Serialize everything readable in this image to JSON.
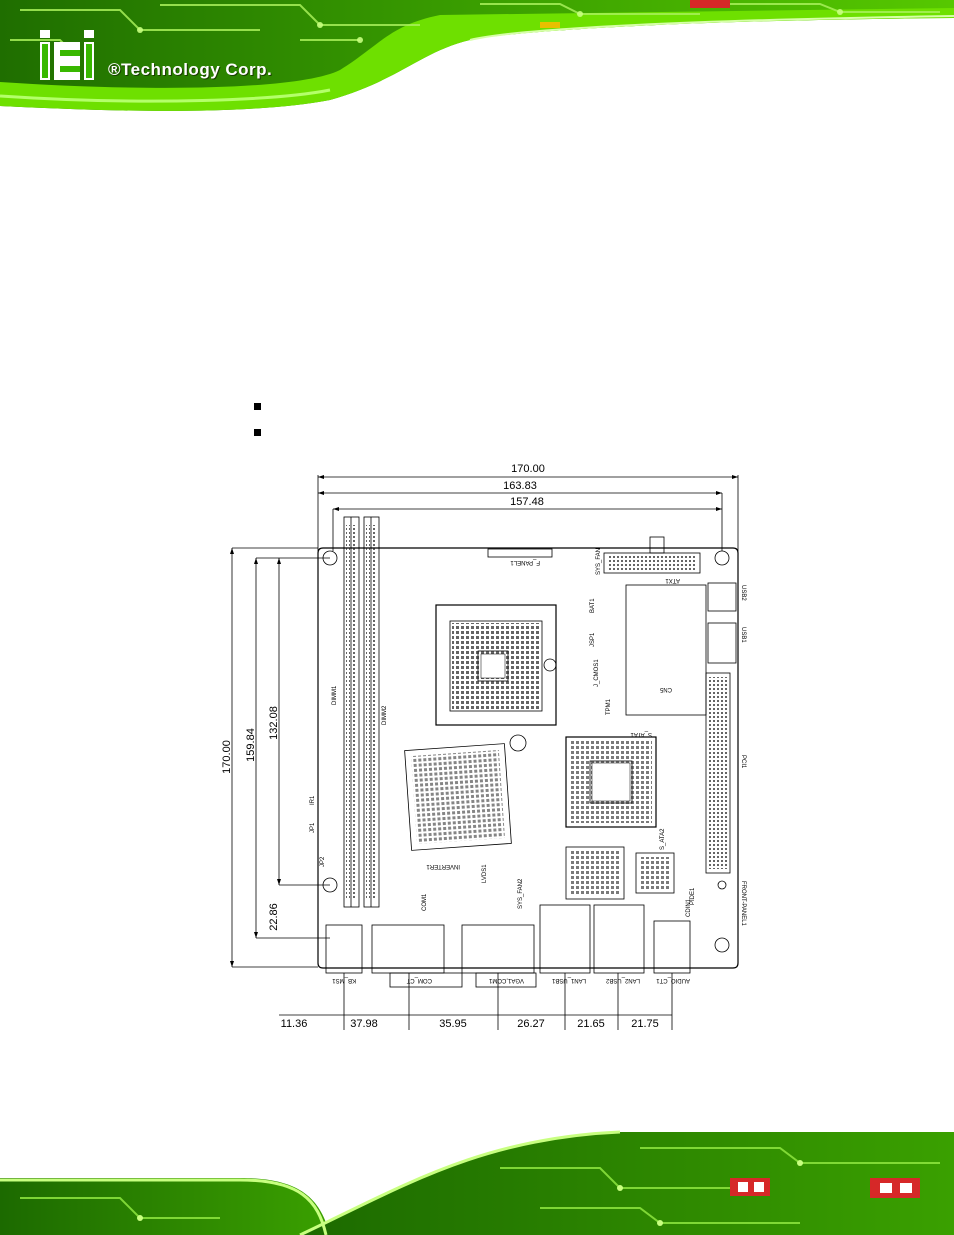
{
  "header": {
    "brand_text": "®Technology Corp.",
    "logo_icon": "iei-logo-icon",
    "colors": {
      "pcb_green": "#2f8a00",
      "accent_green": "#6ee000",
      "logo_green": "#39b800"
    }
  },
  "bullets": {
    "count": 2,
    "icon": "square-bullet-icon"
  },
  "drawing": {
    "top_dims": [
      "170.00",
      "163.83",
      "157.48"
    ],
    "left_dims": [
      "170.00",
      "159.84",
      "132.08",
      "22.86"
    ],
    "bottom_dims": [
      "11.36",
      "37.98",
      "35.95",
      "26.27",
      "21.65",
      "21.75"
    ],
    "labels": {
      "f_panel": "F_PANEL1",
      "atx": "ATX1",
      "usb2": "USB2",
      "usb1": "USB1",
      "sys_fan": "SYS_FAN",
      "jsp": "JSP1",
      "bat": "BAT1",
      "j_cmos": "J_CMOS1",
      "tpm": "TPM1",
      "cn5": "CN5",
      "dimm1": "DIMM1",
      "dimm2": "DIMM2",
      "s_ata1": "S_ATA1",
      "s_ata2": "S_ATA2",
      "pci": "PCI1",
      "jp1": "JP1",
      "jp2": "JP2",
      "inverter": "INVERTER1",
      "lvds": "LVDS1",
      "sys_fan2": "SYS_FAN2",
      "pide": "PIDE1",
      "front_panel": "FRONT-PANEL1",
      "com": "COM1",
      "ir": "IR1",
      "cdin": "CDIN1",
      "kb_ms": "KB_MS1",
      "com_ct": "COM_CT",
      "vga_com": "VGA1,COM1",
      "lan1_usb": "LAN1_USB1",
      "lan2_usb": "LAN2_USB2",
      "audio": "AUDIO_CT1"
    }
  }
}
